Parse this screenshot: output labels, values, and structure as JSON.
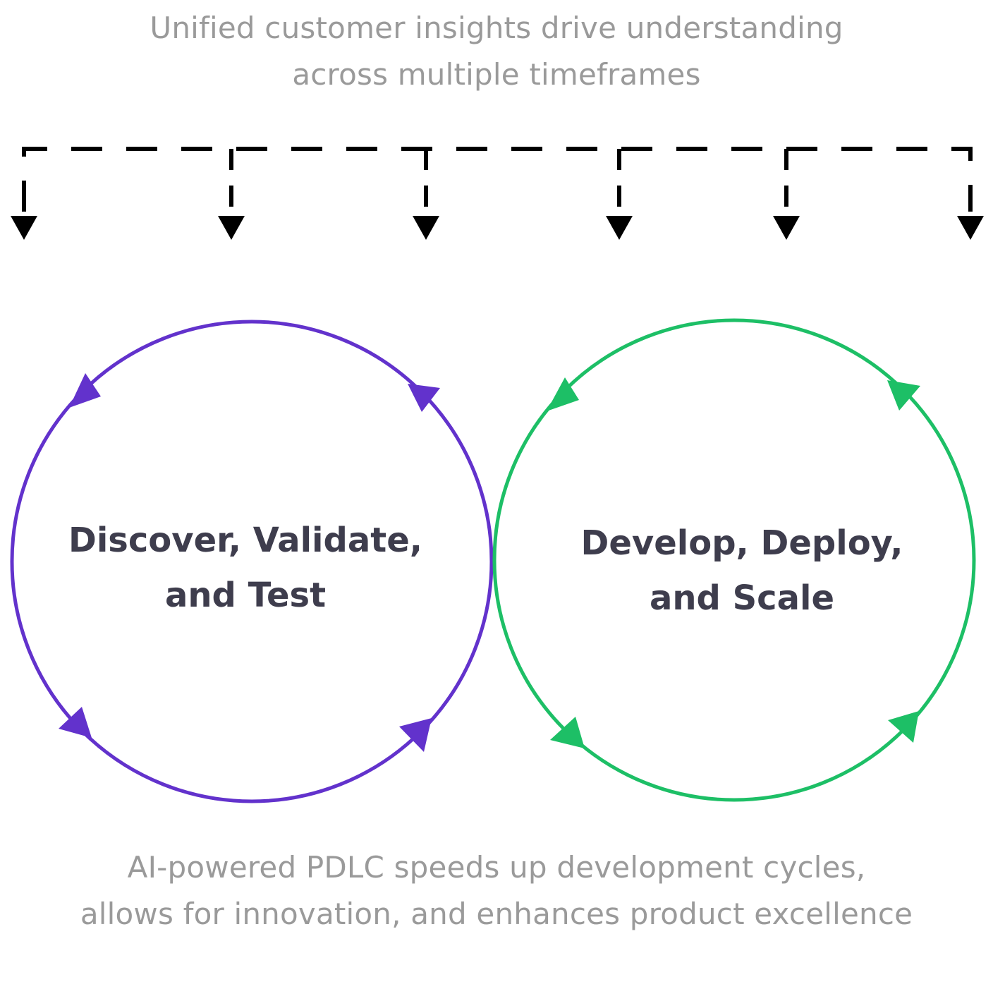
{
  "header": {
    "caption_lines": [
      "Unified customer insights drive understanding",
      "across multiple timeframes"
    ]
  },
  "cycles": [
    {
      "label_lines": [
        "Discover, Validate,",
        "and Test"
      ],
      "color": "#6232CC"
    },
    {
      "label_lines": [
        "Develop, Deploy,",
        "and Scale"
      ],
      "color": "#1DBF66"
    }
  ],
  "footer": {
    "caption_lines": [
      "AI-powered PDLC speeds up development cycles,",
      "allows for innovation, and enhances product excellence"
    ]
  },
  "colors": {
    "caption_text": "#9A9A9A",
    "label_text": "#3E3D4D",
    "connector": "#000000"
  }
}
